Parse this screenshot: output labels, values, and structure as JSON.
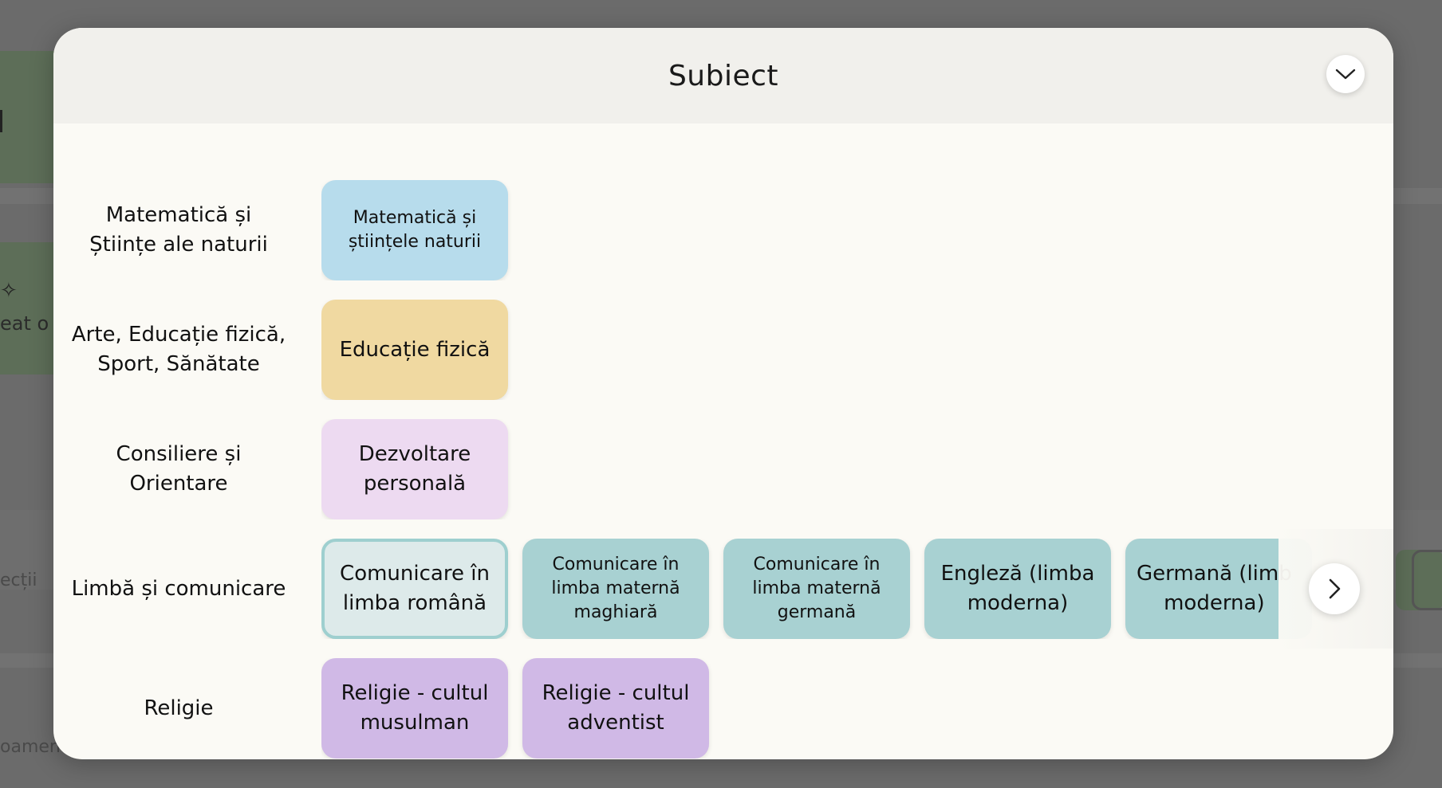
{
  "background": {
    "partial_text_1": "eat o",
    "partial_text_2": "ecții",
    "partial_text_3": "oamen"
  },
  "modal": {
    "title": "Subiect",
    "collapse_icon": "chevron-down-icon",
    "scroll_icon": "chevron-right-icon"
  },
  "categories": [
    {
      "label": "Matematică și Științe ale naturii",
      "chips": [
        {
          "label": "Matematică și\nștiințele naturii",
          "color": "#b7dcec",
          "size": "sm"
        }
      ]
    },
    {
      "label": "Arte, Educație fizică, Sport, Sănătate",
      "chips": [
        {
          "label": "Educație fizică",
          "color": "#f0d9a1",
          "size": "lg"
        }
      ]
    },
    {
      "label": "Consiliere și Orientare",
      "chips": [
        {
          "label": "Dezvoltare\npersonală",
          "color": "#eddaf1",
          "size": "lg"
        }
      ]
    },
    {
      "label": "Limbă și comunicare",
      "chips": [
        {
          "label": "Comunicare în\nlimba română",
          "color": "#ddeaea",
          "size": "lg",
          "selected": true
        },
        {
          "label": "Comunicare în\nlimba maternă\nmaghiară",
          "color": "#a8d1d2",
          "size": "sm"
        },
        {
          "label": "Comunicare în\nlimba maternă\ngermană",
          "color": "#a8d1d2",
          "size": "sm"
        },
        {
          "label": "Engleză (limba\nmoderna)",
          "color": "#a8d1d2",
          "size": "lg"
        },
        {
          "label": "Germană (limb\nmoderna)",
          "color": "#a8d1d2",
          "size": "lg",
          "clipped": true
        }
      ]
    },
    {
      "label": "Religie",
      "chips": [
        {
          "label": "Religie - cultul\nmusulman",
          "color": "#d0b9e6",
          "size": "lg"
        },
        {
          "label": "Religie - cultul\nadventist",
          "color": "#d0b9e6",
          "size": "lg"
        }
      ]
    }
  ]
}
